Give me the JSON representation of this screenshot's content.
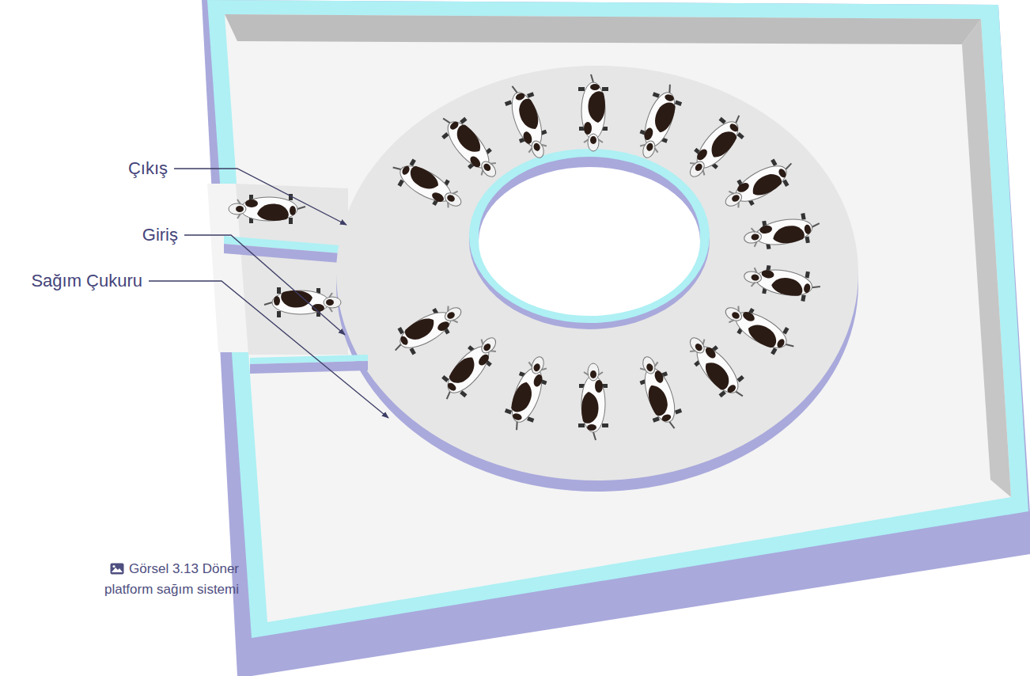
{
  "diagram": {
    "caption": "Görsel 3.13 Döner platform sağım sistemi",
    "labels": [
      "Çıkış",
      "Giriş",
      "Sağım Çukuru"
    ]
  }
}
